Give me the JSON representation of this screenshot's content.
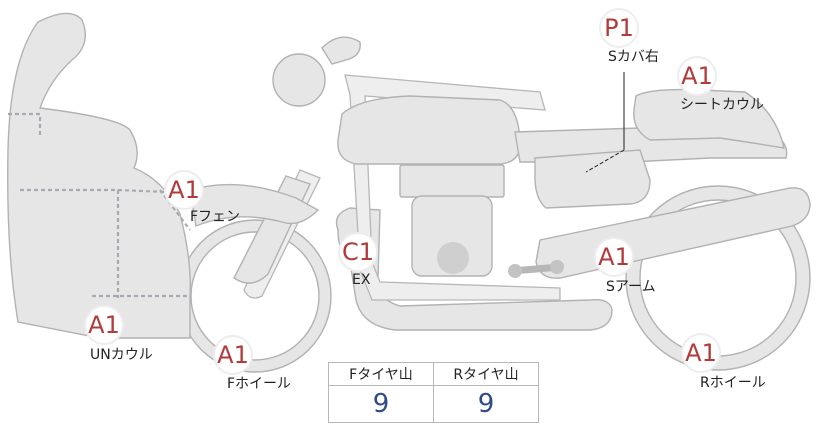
{
  "markers": [
    {
      "id": "front-fender",
      "code": "A1",
      "label": "Fフェン"
    },
    {
      "id": "under-cowl",
      "code": "A1",
      "label": "UNカウル"
    },
    {
      "id": "front-wheel",
      "code": "A1",
      "label": "Fホイール"
    },
    {
      "id": "exhaust",
      "code": "C1",
      "label": "EX"
    },
    {
      "id": "side-cover",
      "code": "P1",
      "label": "Sカバ右"
    },
    {
      "id": "seat-cowl",
      "code": "A1",
      "label": "シートカウル"
    },
    {
      "id": "swing-arm",
      "code": "A1",
      "label": "Sアーム"
    },
    {
      "id": "rear-wheel",
      "code": "A1",
      "label": "Rホイール"
    }
  ],
  "tire_table": {
    "headers": [
      "Fタイヤ山",
      "Rタイヤ山"
    ],
    "values": [
      "9",
      "9"
    ]
  },
  "colors": {
    "part_fill": "#e6e6e6",
    "part_stroke": "#b2b2b2",
    "marker_code": "#b23a3a",
    "table_value": "#2f4a86"
  }
}
